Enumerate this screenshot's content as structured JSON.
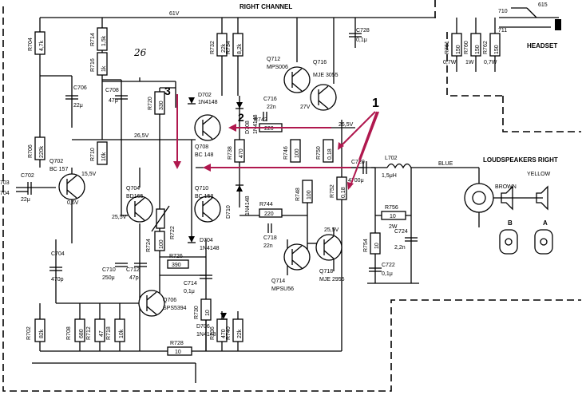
{
  "header": {
    "channel_title": "RIGHT CHANNEL",
    "supply_rail": "61V"
  },
  "connectors": {
    "headset_label": "HEADSET",
    "jack_pins": [
      "710",
      "711",
      "615"
    ],
    "speakers_label": "LOUDSPEAKERS RIGHT",
    "wire_brown": "BROWN",
    "wire_yellow": "YELLOW",
    "speaker_b": "B",
    "speaker_a": "A",
    "output_net": "BLUE",
    "input_703": "703",
    "input_704": "704"
  },
  "transistors": [
    {
      "ref": "Q702",
      "type": "BC 157",
      "v1": "15,5V",
      "v2": "0,6V"
    },
    {
      "ref": "Q704",
      "type": "BD165",
      "v1": "25,5V"
    },
    {
      "ref": "Q706",
      "type": "SPS5394"
    },
    {
      "ref": "Q708",
      "type": "BC 148"
    },
    {
      "ref": "Q710",
      "type": "BC 158"
    },
    {
      "ref": "Q712",
      "type": "MPS006"
    },
    {
      "ref": "Q714",
      "type": "MPSU56"
    },
    {
      "ref": "Q716",
      "type": "MJE 3055",
      "v1": "27V"
    },
    {
      "ref": "Q718",
      "type": "MJE 2955",
      "v1": "25,5V"
    }
  ],
  "resistors": [
    {
      "ref": "R704",
      "value": "4,7k"
    },
    {
      "ref": "R706",
      "value": "220k"
    },
    {
      "ref": "R714",
      "value": "1,5k"
    },
    {
      "ref": "R716",
      "value": "1k"
    },
    {
      "ref": "R710",
      "value": "10k"
    },
    {
      "ref": "R720",
      "value": "330"
    },
    {
      "ref": "R722",
      "value": ""
    },
    {
      "ref": "R724",
      "value": "100"
    },
    {
      "ref": "R726",
      "value": "390"
    },
    {
      "ref": "R728",
      "value": "10"
    },
    {
      "ref": "R730",
      "value": "10"
    },
    {
      "ref": "R702",
      "value": "82k"
    },
    {
      "ref": "R708",
      "value": "680"
    },
    {
      "ref": "R712",
      "value": "47"
    },
    {
      "ref": "R718",
      "value": "10k"
    },
    {
      "ref": "R732",
      "value": "22k"
    },
    {
      "ref": "R734",
      "value": "8,2k"
    },
    {
      "ref": "R736",
      "value": "470"
    },
    {
      "ref": "R738",
      "value": "470"
    },
    {
      "ref": "R740",
      "value": "22k"
    },
    {
      "ref": "R742",
      "value": "220"
    },
    {
      "ref": "R744",
      "value": "220"
    },
    {
      "ref": "R746",
      "value": "100"
    },
    {
      "ref": "R748",
      "value": "100"
    },
    {
      "ref": "R750",
      "value": "0,18"
    },
    {
      "ref": "R752",
      "value": "0,18"
    },
    {
      "ref": "R754",
      "value": "10"
    },
    {
      "ref": "R756",
      "value": "10",
      "extra": "2W"
    },
    {
      "ref": "R760",
      "value": "150",
      "extra": "1W"
    },
    {
      "ref": "R761",
      "value": "150",
      "extra": "0,7W"
    },
    {
      "ref": "R762",
      "value": "150",
      "extra": "0,7W"
    }
  ],
  "capacitors": [
    {
      "ref": "C702",
      "value": "22μ"
    },
    {
      "ref": "C704",
      "value": "470p"
    },
    {
      "ref": "C706",
      "value": "22μ"
    },
    {
      "ref": "C708",
      "value": "47μ"
    },
    {
      "ref": "C710",
      "value": "250μ"
    },
    {
      "ref": "C712",
      "value": "47p"
    },
    {
      "ref": "C714",
      "value": "0,1μ"
    },
    {
      "ref": "C716",
      "value": "22n"
    },
    {
      "ref": "C718",
      "value": "22n"
    },
    {
      "ref": "C720",
      "value": "4700μ"
    },
    {
      "ref": "C722",
      "value": "0,1μ"
    },
    {
      "ref": "C724",
      "value": "2,2n"
    },
    {
      "ref": "C728",
      "value": "0,1μ"
    }
  ],
  "diodes": [
    {
      "ref": "D702",
      "type": "1N4148"
    },
    {
      "ref": "D704",
      "type": "1N4148"
    },
    {
      "ref": "D706",
      "type": "1N4148"
    },
    {
      "ref": "D708",
      "type": "1N4148"
    },
    {
      "ref": "D710",
      "type": "1N4148"
    }
  ],
  "inductors": [
    {
      "ref": "L702",
      "value": "1,5μH"
    }
  ],
  "nodes": {
    "v_bias": "26,5V",
    "v_out": "26,5V"
  },
  "annotations": {
    "mark1": "1",
    "mark2": "2",
    "mark3": "3",
    "note26": "26",
    "note_color": "#b0184e"
  }
}
